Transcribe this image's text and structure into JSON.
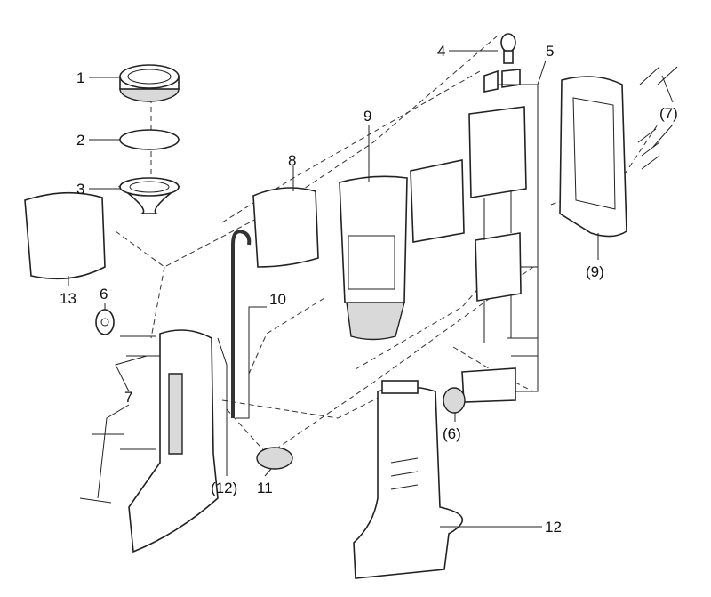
{
  "diagram": {
    "type": "exploded parts diagram",
    "labels": {
      "p1": "1",
      "p2": "2",
      "p3": "3",
      "p4": "4",
      "p5": "5",
      "p6": "6",
      "p6b": "(6)",
      "p7": "7",
      "p7b": "(7)",
      "p8": "8",
      "p9": "9",
      "p9b": "(9)",
      "p10": "10",
      "p11": "11",
      "p12": "12",
      "p12b": "(12)",
      "p13": "13"
    }
  }
}
